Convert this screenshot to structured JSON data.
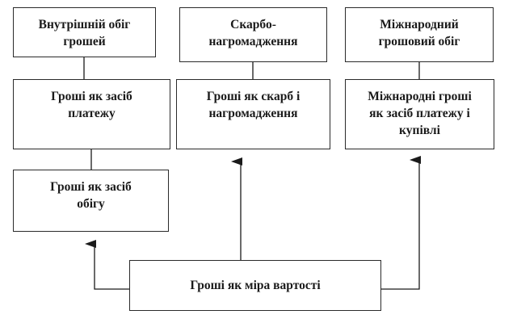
{
  "diagram": {
    "internal_circulation": "Внутрішній обіг\nгрошей",
    "hoarding": "Скарбо-\nнагромадження",
    "international_circulation": "Міжнародний\nгрошовий обіг",
    "money_as_payment": "Гроші як засіб\nплатежу",
    "money_as_treasure": "Гроші як скарб і\nнагромадження",
    "international_money_payment": "Міжнародні гроші\nяк засіб платежу і\nкупівлі",
    "money_as_circulation": "Гроші як засіб\nобігу",
    "money_as_measure": "Гроші як міра вартості"
  },
  "colors": {
    "line": "#1a1a1a",
    "border": "#2a2a2a",
    "text": "#1a1a1a"
  }
}
